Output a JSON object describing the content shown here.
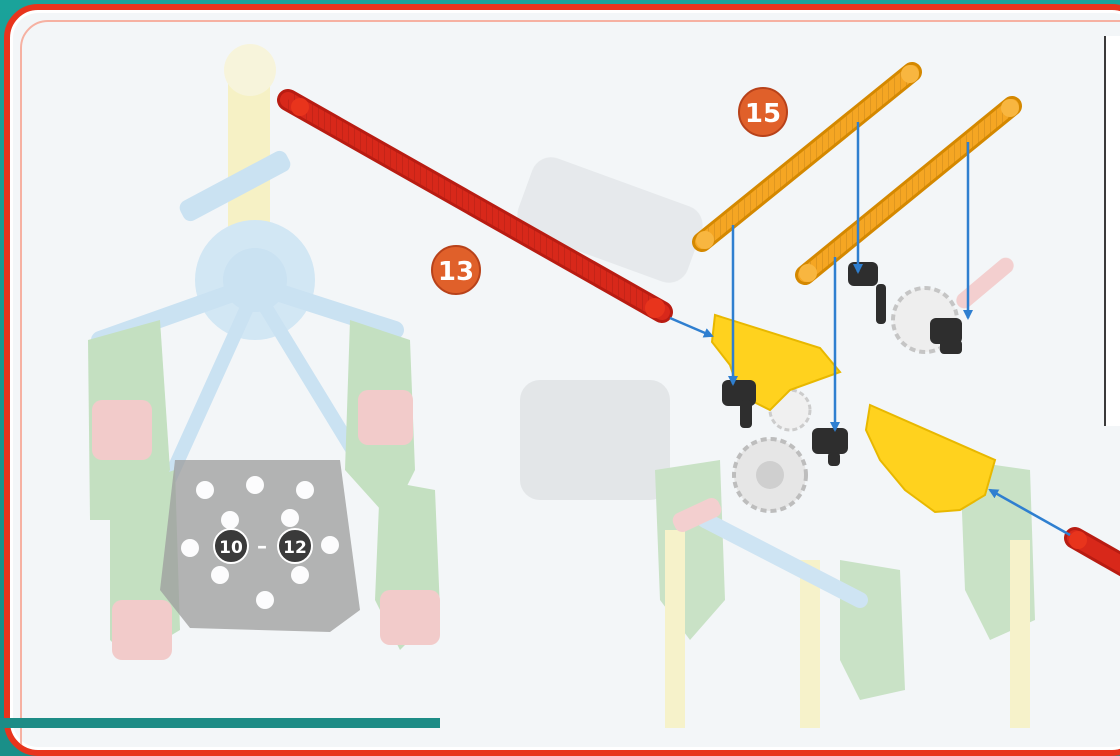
{
  "steps": {
    "step_13": "13",
    "step_15": "15",
    "range_start": "10",
    "range_dash": "–",
    "range_end": "12"
  },
  "colors": {
    "frame_red": "#e8341c",
    "rod_red": "#d8281a",
    "rod_orange": "#f5a623",
    "connector_yellow": "#ffd21e",
    "arrow_blue": "#2f7fd0",
    "badge_orange": "#e0602a",
    "badge_dark": "#3a3a3a",
    "ghost_green": "#9fcf95",
    "ghost_pink": "#f2a9a6",
    "ghost_blue": "#a9d2ee",
    "ghost_yellow": "#f9ee9c",
    "plate_gray": "#9d9d9d"
  },
  "icons": {
    "fastener": "black-clip-icon",
    "gear": "gear-icon"
  }
}
